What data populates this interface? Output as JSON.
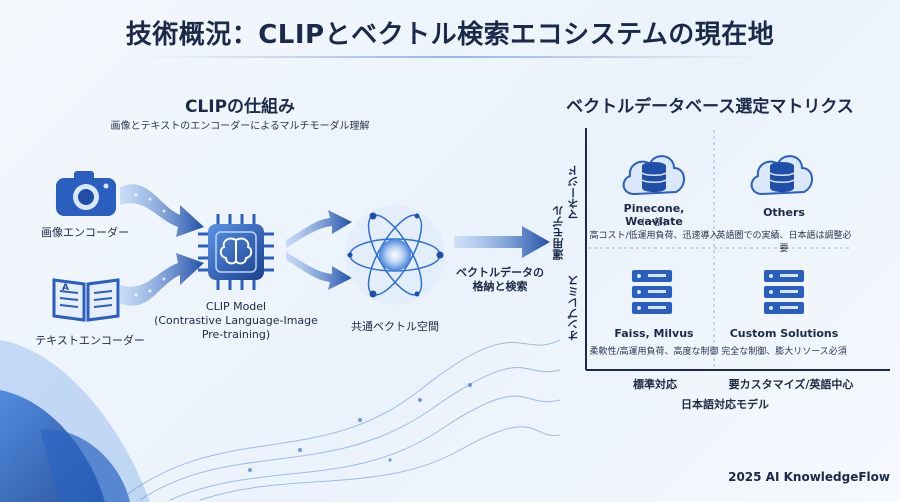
{
  "title": "技術概況：CLIPとベクトル検索エコシステムの現在地",
  "clip": {
    "heading": "CLIPの仕組み",
    "subheading": "画像とテキストのエンコーダーによるマルチモーダル理解",
    "image_encoder": "画像エンコーダー",
    "text_encoder": "テキストエンコーダー",
    "model_label": "CLIP Model\n(Contrastive Language-Image\nPre-training)",
    "shared_space": "共通ベクトル空間",
    "storage": "ベクトルデータの\n格納と検索"
  },
  "matrix": {
    "heading": "ベクトルデータベース選定マトリクス",
    "y_axis": "運用モデル",
    "y_top": "マネージド",
    "y_bottom": "オンプレミス",
    "x_left": "標準対応",
    "x_right": "要カスタマイズ/英語中心",
    "x_axis": "日本語対応モデル",
    "quadrants": [
      {
        "title": "Pinecone, Weaviate",
        "note": "(一部)",
        "desc": "高コスト/低運用負荷、迅速導入",
        "icon": "cloud-database-icon"
      },
      {
        "title": "Others",
        "note": "",
        "desc": "英語圏での実績、日本語は調整必要",
        "icon": "cloud-server-icon"
      },
      {
        "title": "Faiss, Milvus",
        "note": "",
        "desc": "柔軟性/高運用負荷、高度な制御",
        "icon": "server-rack-icon"
      },
      {
        "title": "Custom Solutions",
        "note": "",
        "desc": "完全な制御、膨大リソース必須",
        "icon": "server-rack-icon"
      }
    ]
  },
  "footer": "2025 AI KnowledgeFlow",
  "colors": {
    "primary": "#1f4fa8",
    "accent": "#2e6fd6",
    "light": "#cfe0f6",
    "dark": "#1b2a4a"
  }
}
